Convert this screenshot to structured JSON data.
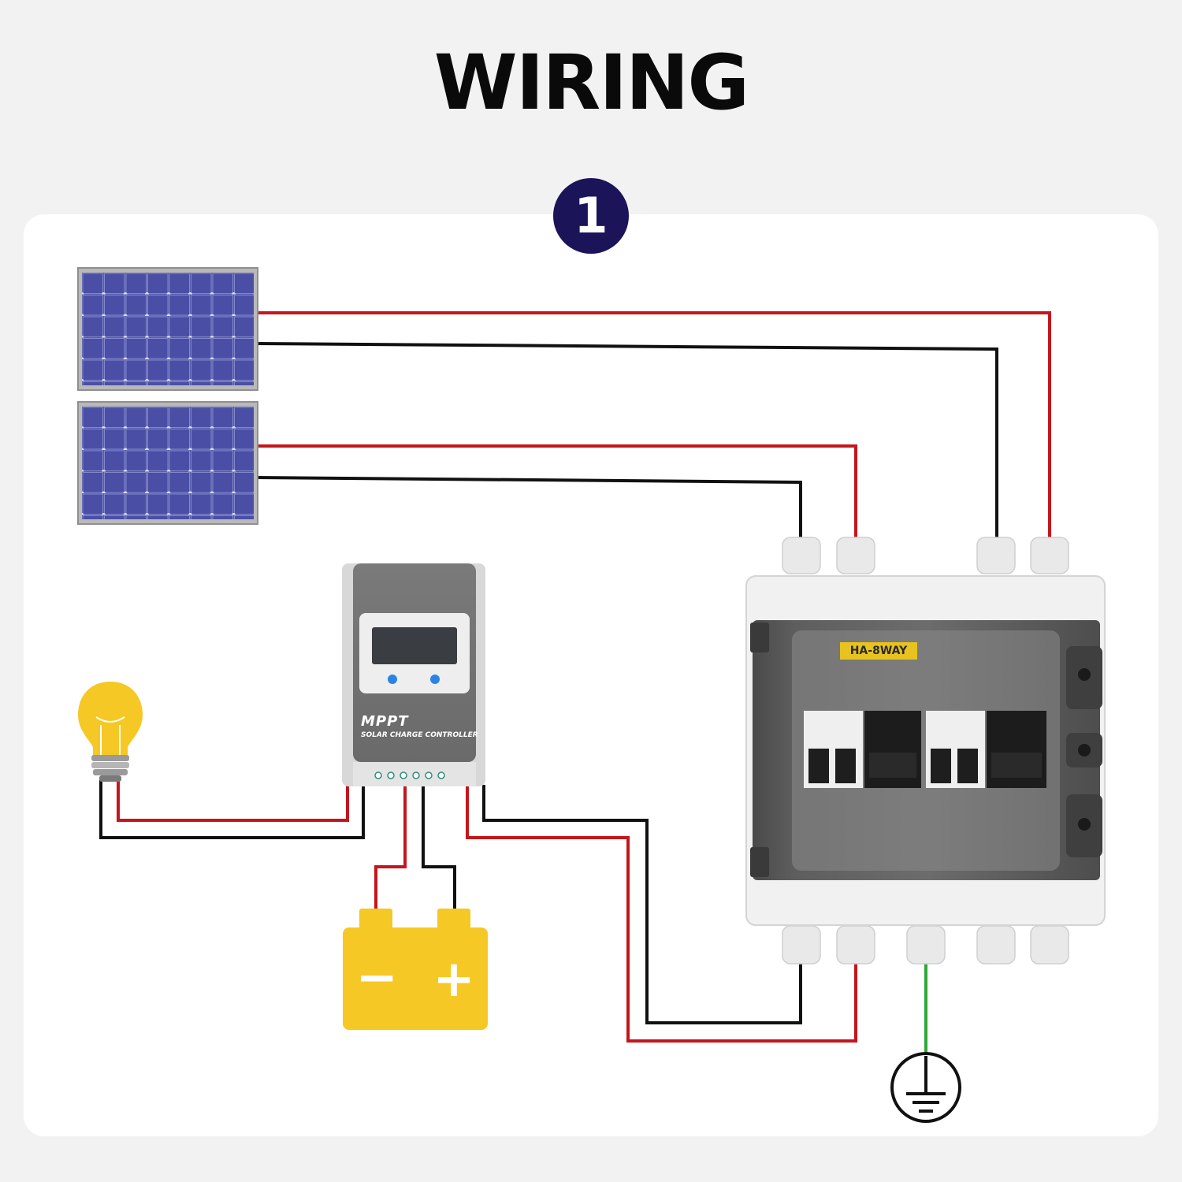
{
  "title": "WIRING",
  "step_number": "1",
  "controller": {
    "brand": "MPPT",
    "subtitle": "SOLAR CHARGE CONTROLLER"
  },
  "combiner_box": {
    "label": "HA-8WAY"
  },
  "battery": {
    "minus_symbol": "−",
    "plus_symbol": "+"
  },
  "colors": {
    "positive_wire": "#c4161c",
    "negative_wire": "#111111",
    "ground_wire": "#2ea836",
    "step_badge": "#1c1458",
    "battery": "#f6c825",
    "bulb": "#f6c825"
  },
  "icons": [
    "solar-panel-icon",
    "light-bulb-icon",
    "battery-icon",
    "ground-icon"
  ]
}
